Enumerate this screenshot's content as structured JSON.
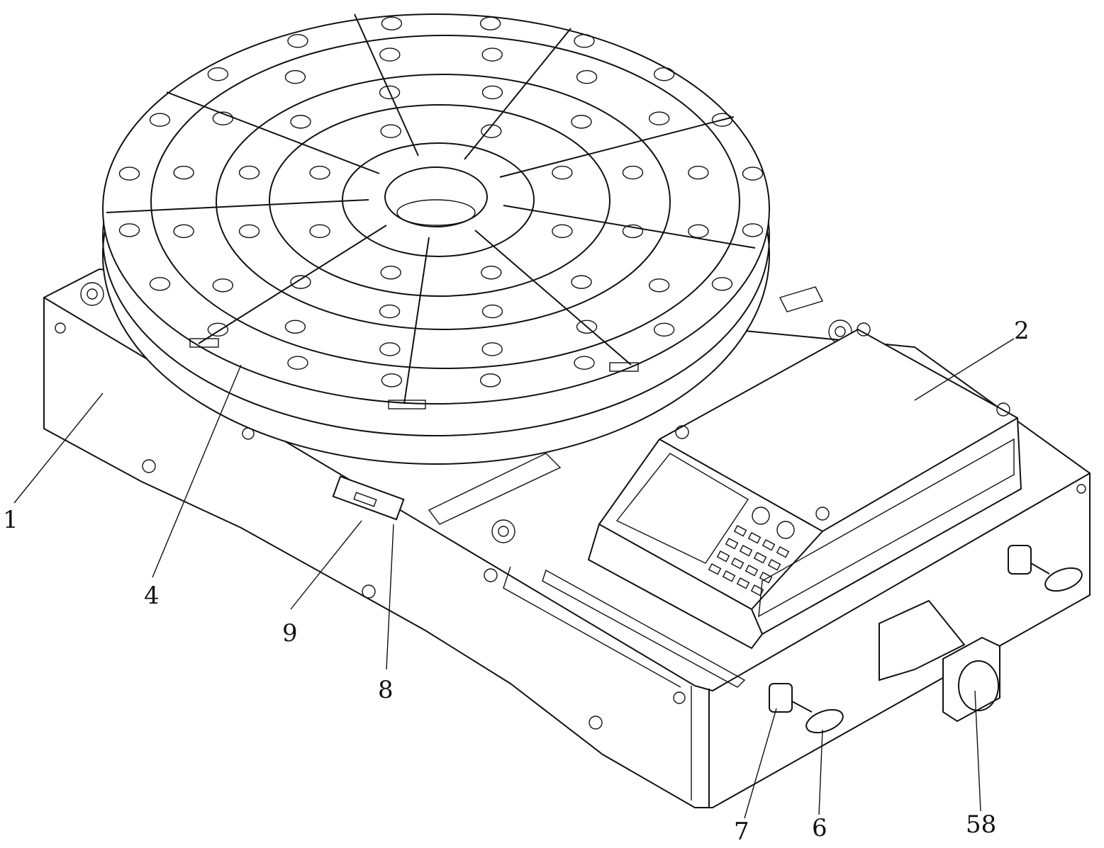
{
  "figure": {
    "labels": [
      {
        "id": "base",
        "text": "1"
      },
      {
        "id": "cover",
        "text": "2"
      },
      {
        "id": "turntable",
        "text": "4"
      },
      {
        "id": "ring-pin",
        "text": "6"
      },
      {
        "id": "connector",
        "text": "7"
      },
      {
        "id": "bracket",
        "text": "8"
      },
      {
        "id": "slider",
        "text": "9"
      },
      {
        "id": "motor",
        "text": "58"
      }
    ]
  }
}
